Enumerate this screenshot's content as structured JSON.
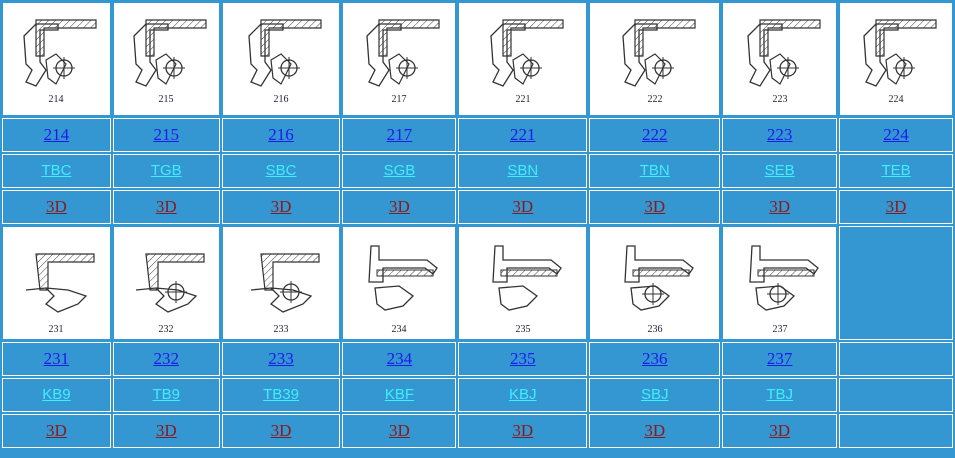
{
  "rows": [
    {
      "items": [
        {
          "code": "214",
          "type": "TBC",
          "link3d": "3D",
          "caption": "214"
        },
        {
          "code": "215",
          "type": "TGB",
          "link3d": "3D",
          "caption": "215"
        },
        {
          "code": "216",
          "type": "SBC",
          "link3d": "3D",
          "caption": "216"
        },
        {
          "code": "217",
          "type": "SGB",
          "link3d": "3D",
          "caption": "217"
        },
        {
          "code": "221",
          "type": "SBN",
          "link3d": "3D",
          "caption": "221"
        },
        {
          "code": "222",
          "type": "TBN",
          "link3d": "3D",
          "caption": "222"
        },
        {
          "code": "223",
          "type": "SEB",
          "link3d": "3D",
          "caption": "223"
        },
        {
          "code": "224",
          "type": "TEB",
          "link3d": "3D",
          "caption": "224"
        }
      ]
    },
    {
      "items": [
        {
          "code": "231",
          "type": "KB9",
          "link3d": "3D",
          "caption": "231"
        },
        {
          "code": "232",
          "type": "TB9",
          "link3d": "3D",
          "caption": "232"
        },
        {
          "code": "233",
          "type": "TB39",
          "link3d": "3D",
          "caption": "233"
        },
        {
          "code": "234",
          "type": "KBF",
          "link3d": "3D",
          "caption": "234"
        },
        {
          "code": "235",
          "type": "KBJ",
          "link3d": "3D",
          "caption": "235"
        },
        {
          "code": "236",
          "type": "SBJ",
          "link3d": "3D",
          "caption": "236"
        },
        {
          "code": "237",
          "type": "TBJ",
          "link3d": "3D",
          "caption": "237"
        }
      ]
    }
  ],
  "colors": {
    "background": "#3497d1",
    "code_link": "#1a1aee",
    "type_link": "#3cf0ff",
    "link3d": "#8b1a1a"
  }
}
